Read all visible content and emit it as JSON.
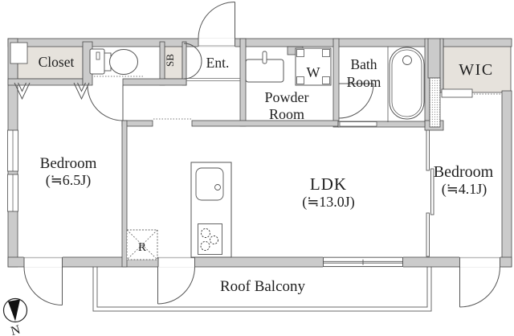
{
  "floorplan": {
    "rooms": {
      "closet": {
        "label": "Closet"
      },
      "shoe_box": {
        "label": "SB"
      },
      "entrance": {
        "label": "Ent."
      },
      "powder_room": {
        "line1": "Powder",
        "line2": "Room"
      },
      "washing_machine": {
        "label": "W"
      },
      "bath_room": {
        "line1": "Bath",
        "line2": "Room"
      },
      "wic": {
        "label": "WIC"
      },
      "bedroom_west": {
        "label": "Bedroom",
        "area": "(≒6.5J)"
      },
      "ldk": {
        "label": "LDK",
        "area": "(≒13.0J)"
      },
      "bedroom_east": {
        "label": "Bedroom",
        "area": "(≒4.1J)"
      },
      "refrigerator_space": {
        "label": "R"
      },
      "roof_balcony": {
        "label": "Roof Balcony"
      }
    },
    "compass": {
      "north_label": "N"
    },
    "colors": {
      "wall": "#cbcbcb",
      "storage_fill": "#e6e2dc",
      "outline": "#4a4a4a",
      "text": "#1f1f1f"
    }
  }
}
